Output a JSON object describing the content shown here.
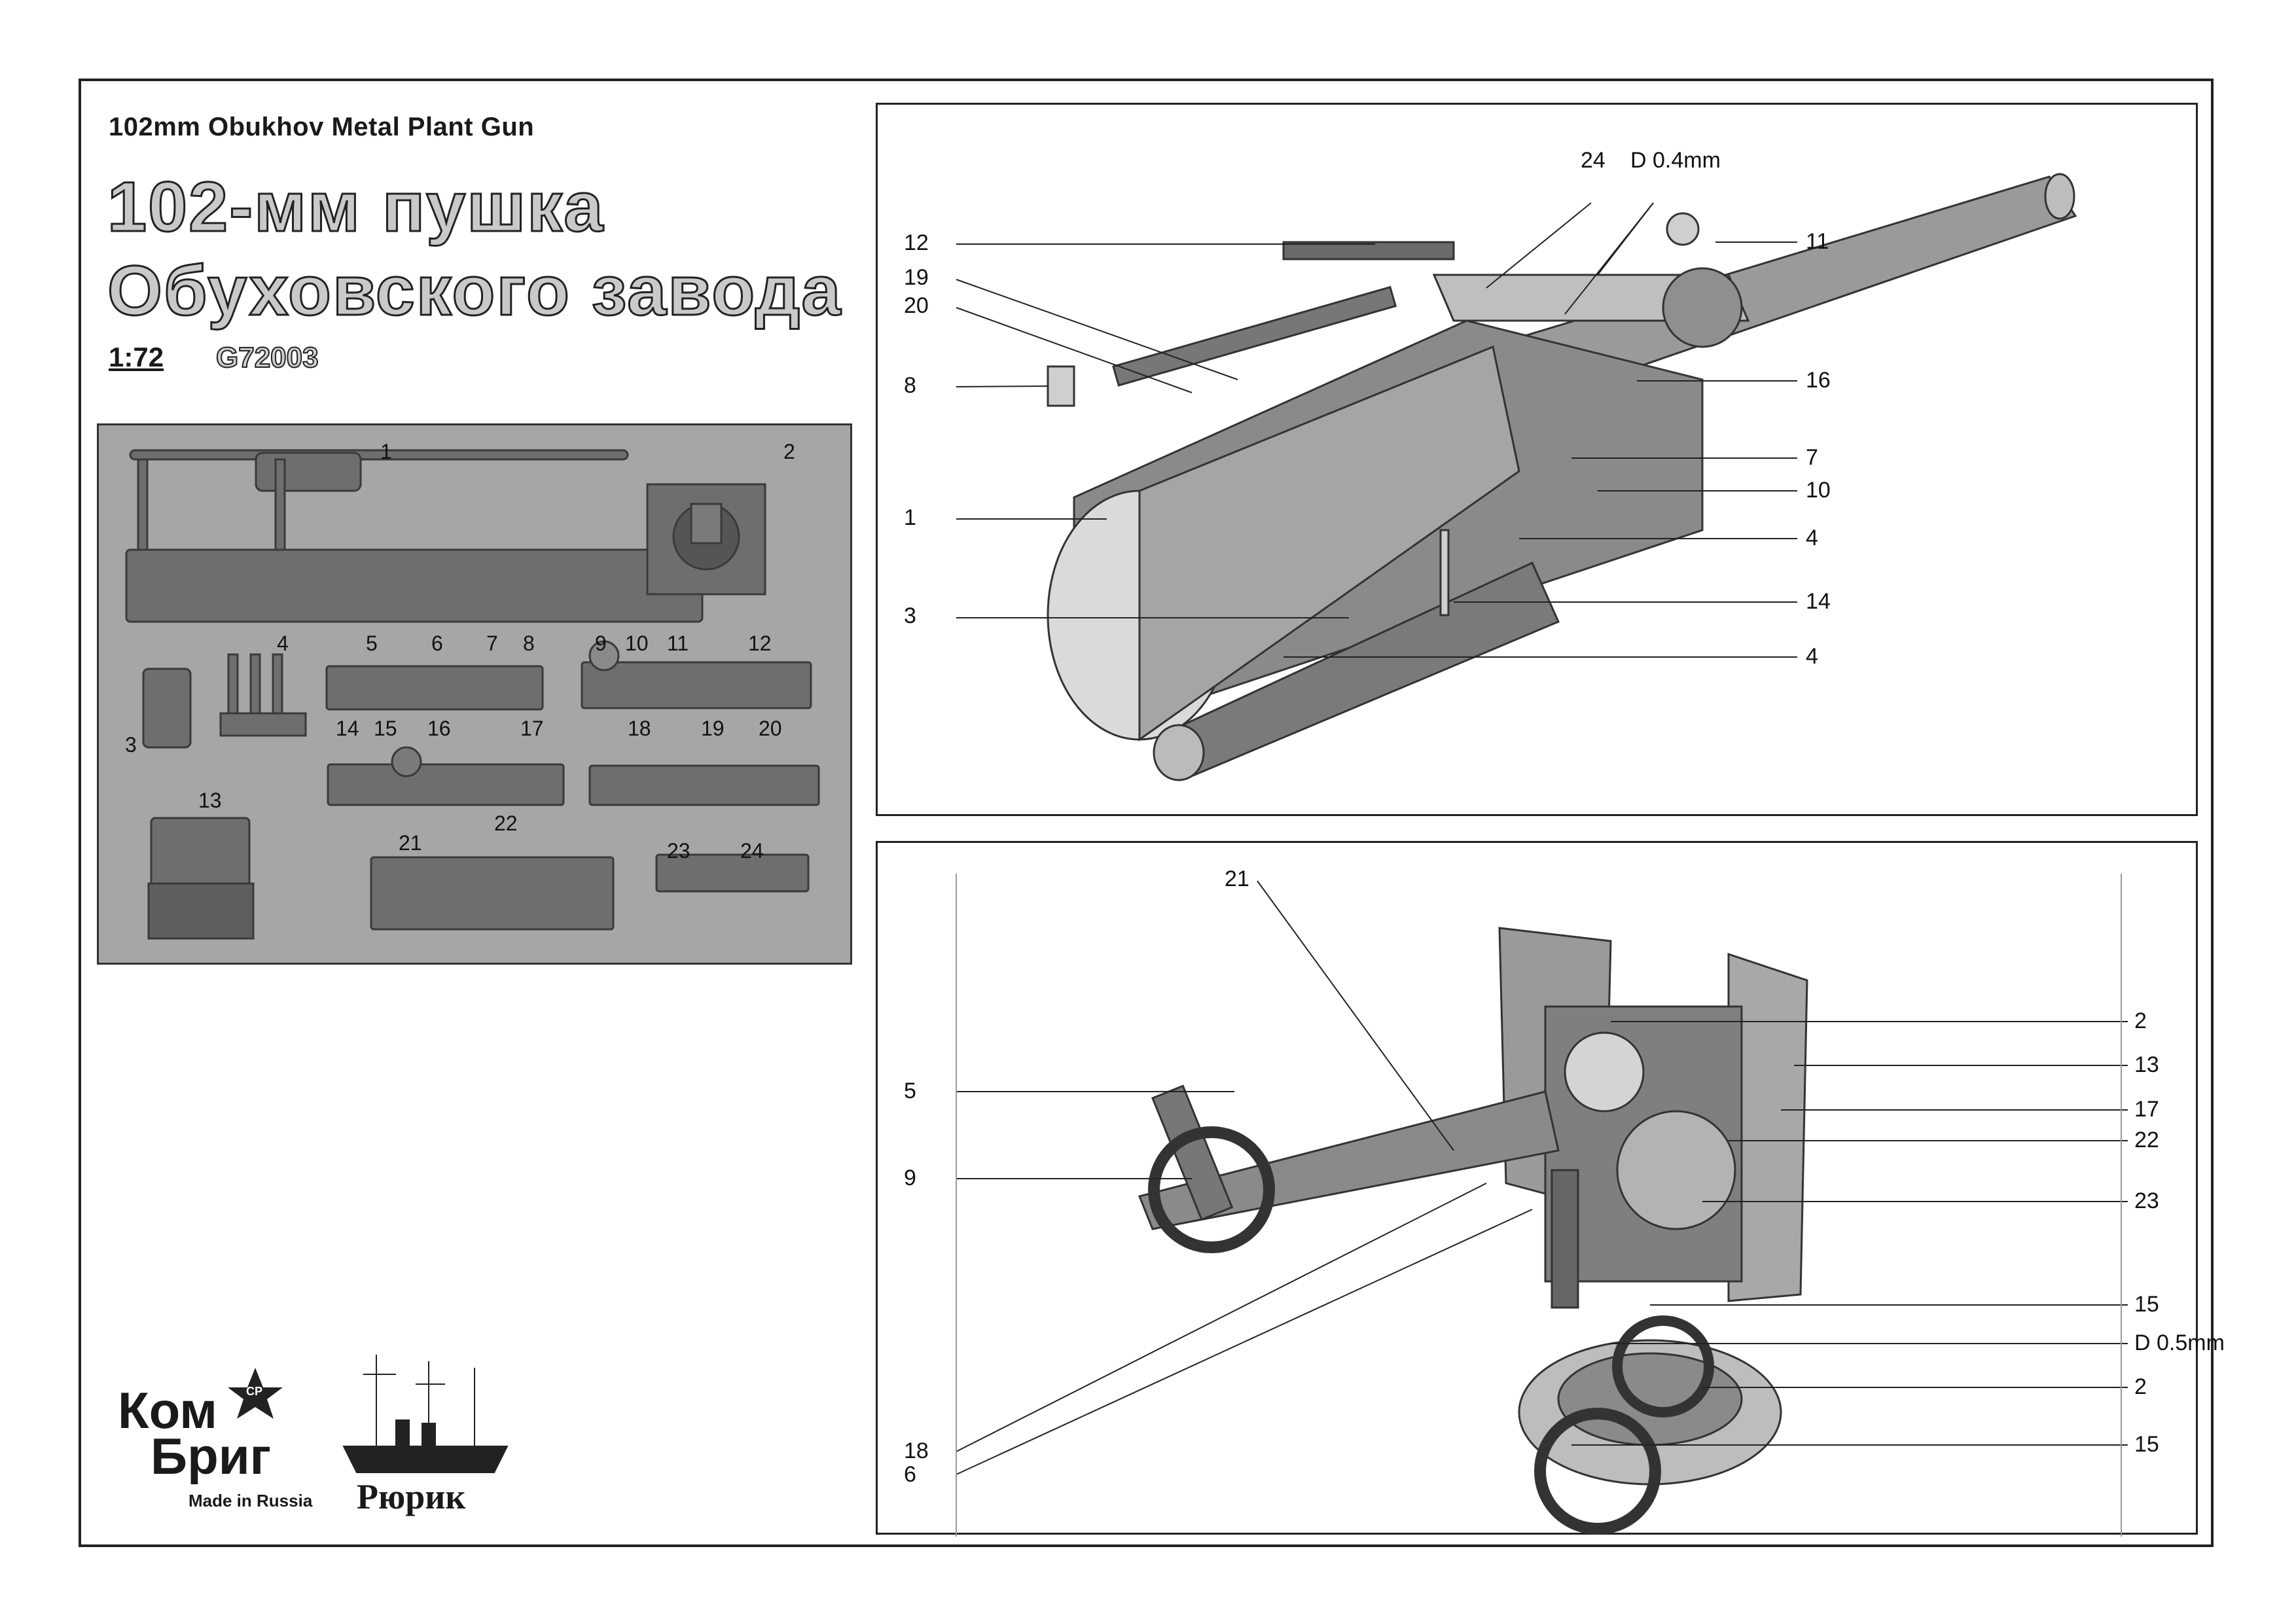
{
  "header": {
    "subtitle_en": "102mm Obukhov Metal Plant Gun",
    "title_ru_line1": "102-мм пушка",
    "title_ru_line2": "Обуховского завода",
    "scale": "1:72",
    "catalog_number": "G72003"
  },
  "photo": {
    "part_labels": [
      "1",
      "2",
      "3",
      "4",
      "5",
      "6",
      "7",
      "8",
      "9",
      "10",
      "11",
      "12",
      "13",
      "14",
      "15",
      "16",
      "17",
      "18",
      "19",
      "20",
      "21",
      "22",
      "23",
      "24"
    ]
  },
  "top_panel": {
    "callouts_left": [
      "12",
      "19",
      "20",
      "8",
      "1",
      "3"
    ],
    "callouts_right": [
      "11",
      "16",
      "7",
      "10",
      "4",
      "14",
      "4"
    ],
    "callout_top": "24",
    "callout_dim": "D 0.4mm"
  },
  "bottom_panel": {
    "callouts_left": [
      "21",
      "5",
      "9",
      "18",
      "6"
    ],
    "callouts_right": [
      "2",
      "13",
      "17",
      "22",
      "23",
      "15",
      "D 0.5mm",
      "2",
      "15"
    ]
  },
  "logos": {
    "kombrig_line1": "Ком",
    "kombrig_line2": "Бриг",
    "kombrig_tag": "Made in Russia",
    "kombrig_star_text": "CP",
    "rurik_name": "Рюрик"
  },
  "colors": {
    "frame": "#222222",
    "photo_bg": "#a6a6a6",
    "resin_part": "#6e6e6e",
    "render_light": "#d9d9d9",
    "render_mid": "#9a9a9a",
    "render_dark": "#5a5a5a"
  }
}
